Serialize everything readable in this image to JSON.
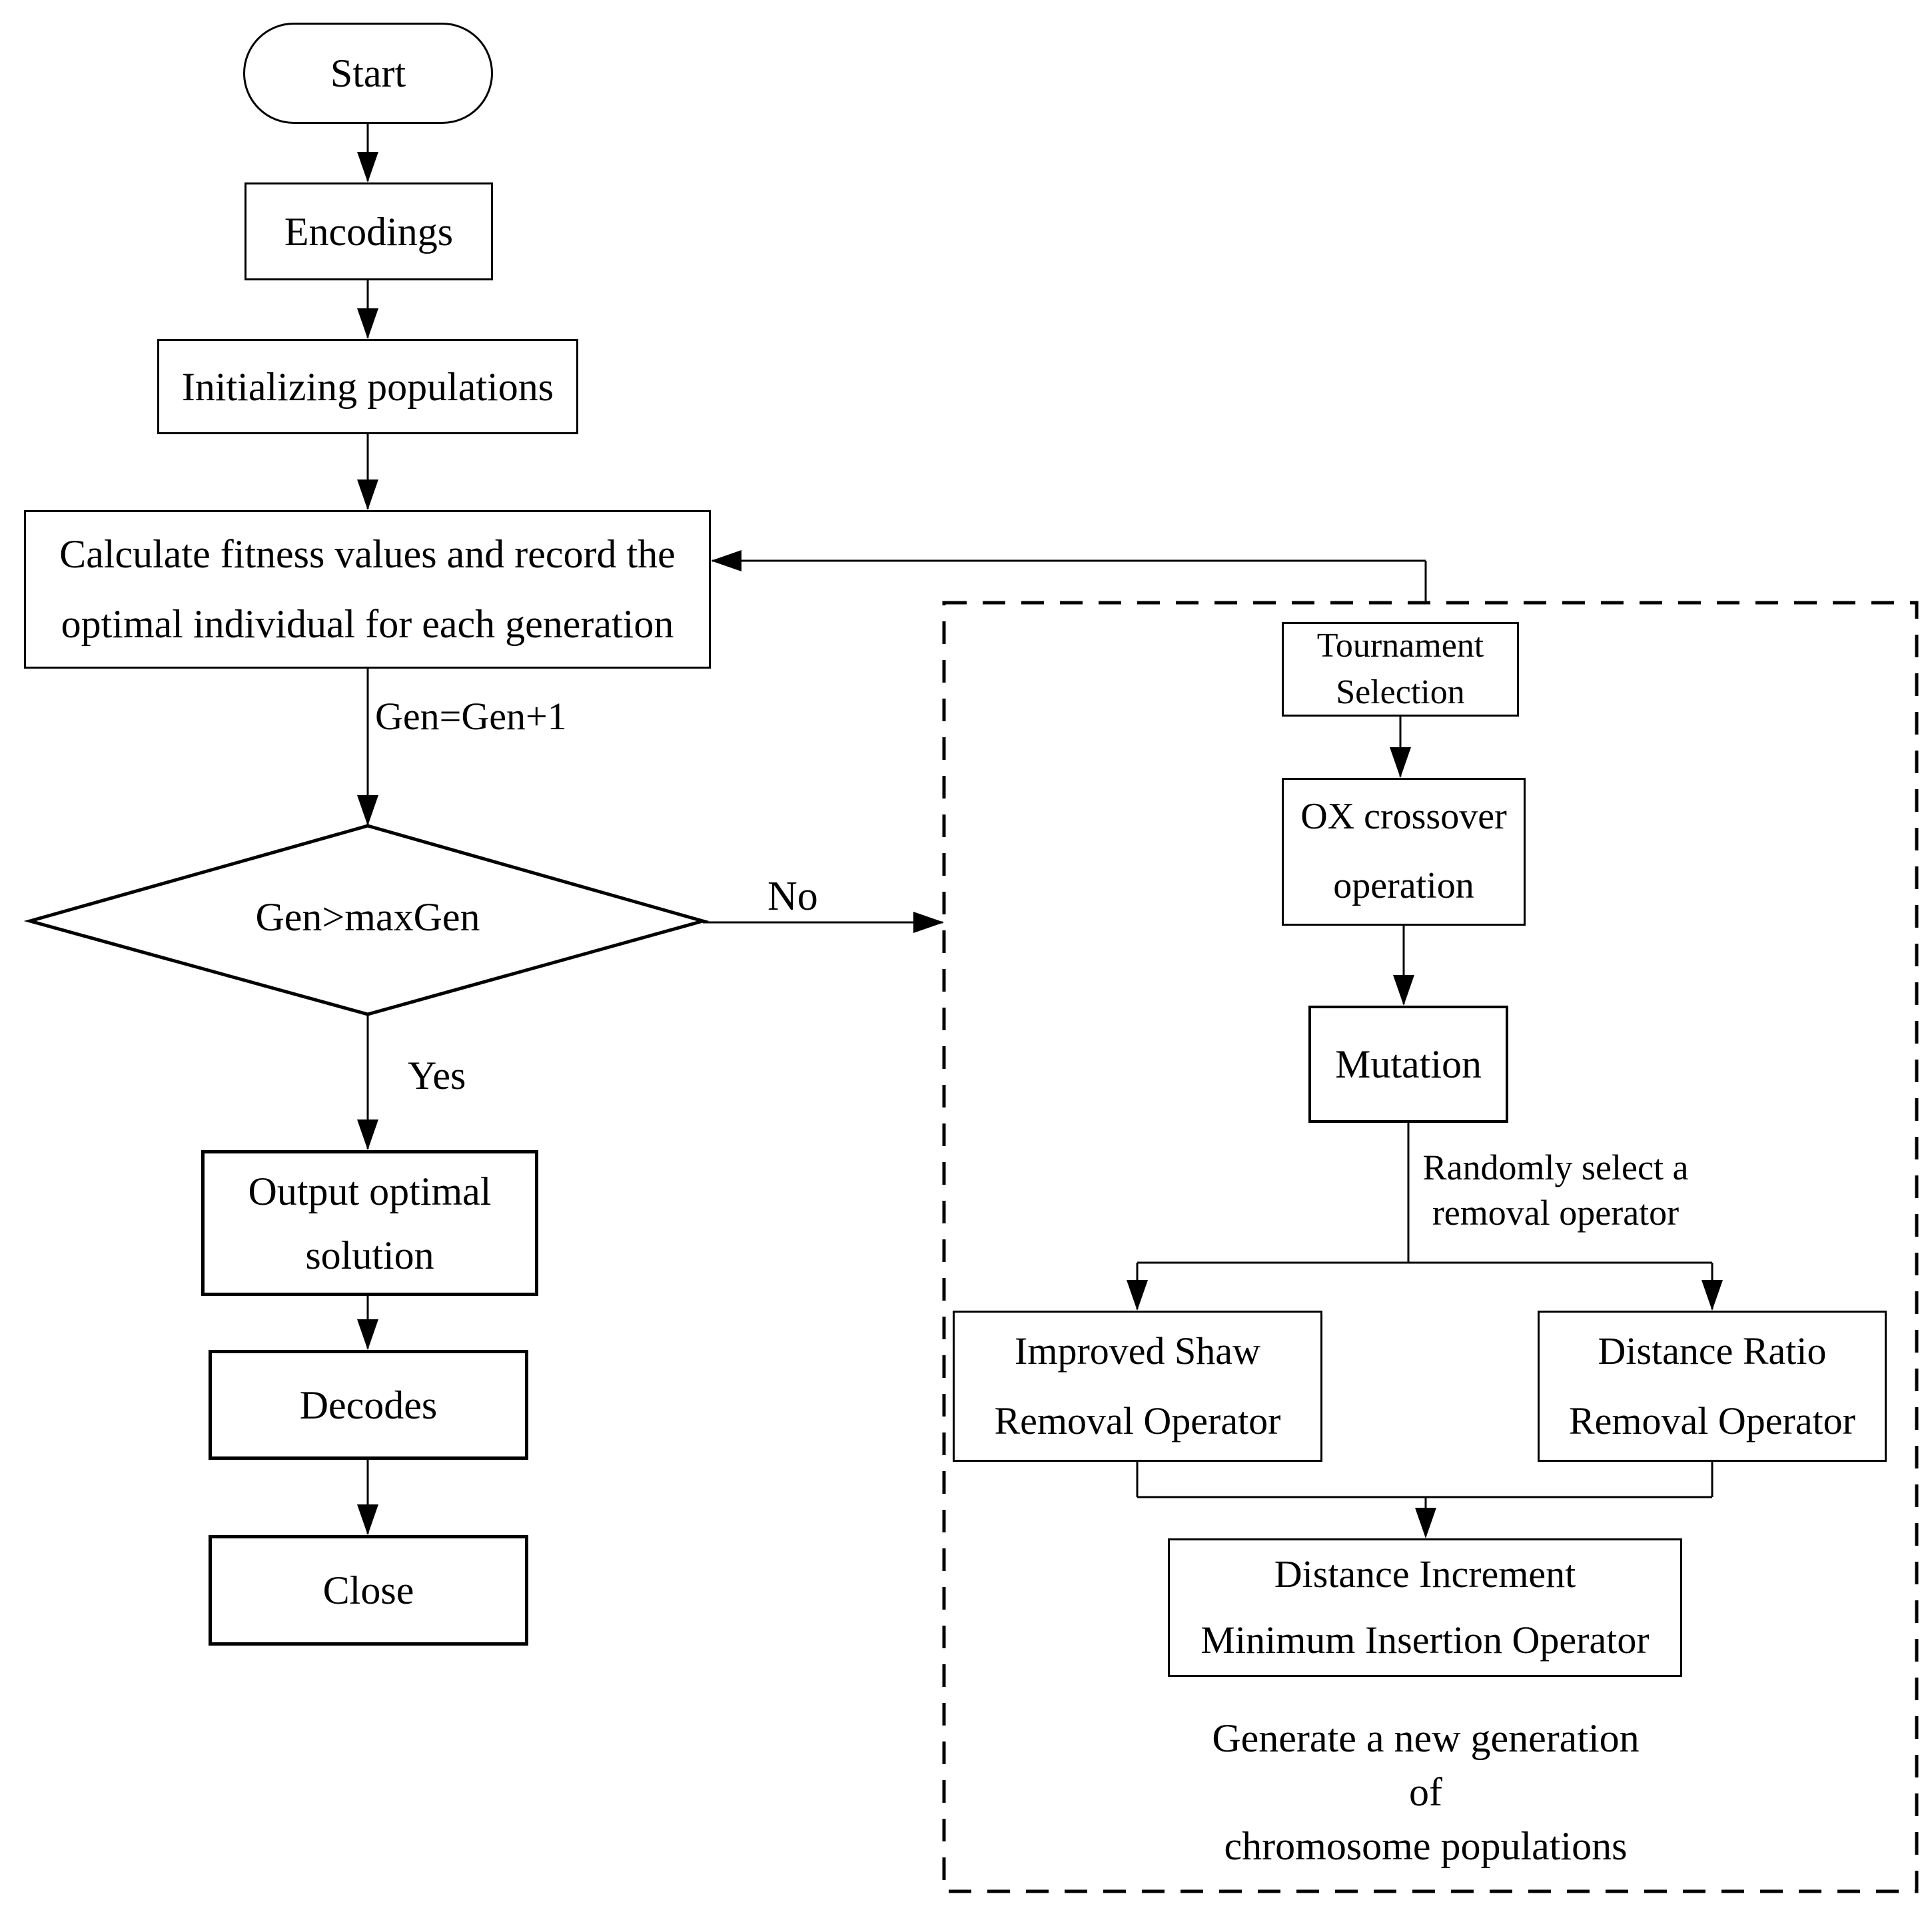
{
  "flowchart": {
    "nodes": {
      "start": "Start",
      "encodings": "Encodings",
      "init_populations": "Initializing populations",
      "calc_fitness": "Calculate fitness values and record the\noptimal individual for each generation",
      "decision": "Gen>maxGen",
      "output_solution": "Output optimal\nsolution",
      "decodes": "Decodes",
      "close": "Close",
      "tournament_selection": "Tournament\nSelection",
      "ox_crossover": "OX crossover\noperation",
      "mutation": "Mutation",
      "improved_shaw_removal": "Improved Shaw\nRemoval Operator",
      "distance_ratio_removal": "Distance Ratio\nRemoval Operator",
      "distance_increment_insertion": "Distance Increment\nMinimum Insertion Operator"
    },
    "edge_labels": {
      "gen_increment": "Gen=Gen+1",
      "yes": "Yes",
      "no": "No",
      "random_select": "Randomly select a\nremoval operator",
      "generate_new_generation": "Generate a new generation of\nchromosome populations"
    },
    "colors": {
      "stroke": "#000000",
      "background": "#ffffff"
    }
  }
}
